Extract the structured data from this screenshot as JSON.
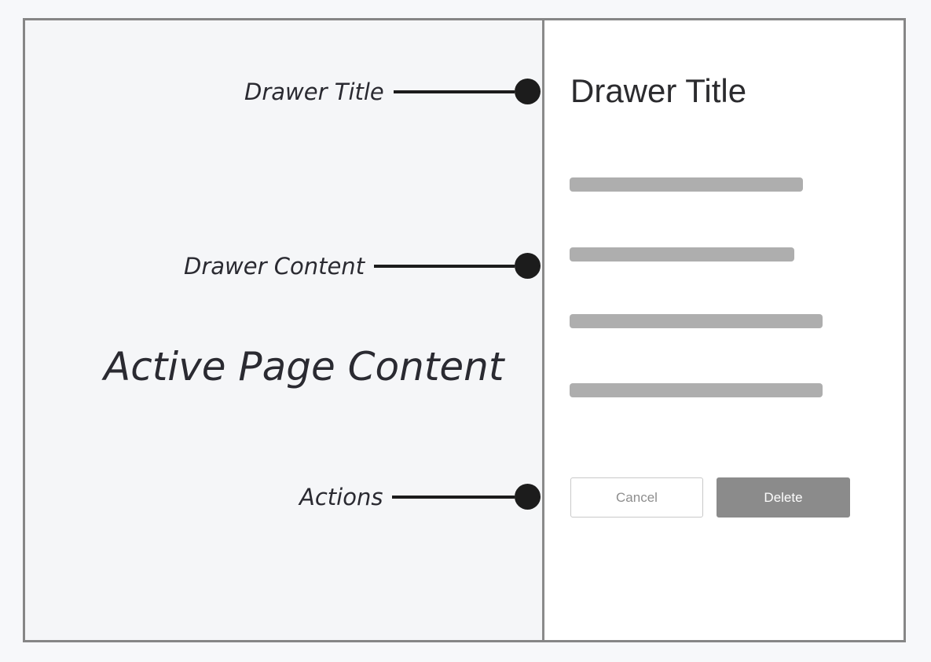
{
  "annotations": {
    "items": [
      {
        "id": "drawer-title",
        "label": "Drawer Title"
      },
      {
        "id": "drawer-content",
        "label": "Drawer Content"
      },
      {
        "id": "actions",
        "label": "Actions"
      }
    ],
    "active_page_label": "Active Page Content"
  },
  "drawer": {
    "title": "Drawer Title",
    "placeholder_bar_count": 4,
    "actions": {
      "cancel_label": "Cancel",
      "delete_label": "Delete"
    }
  },
  "colors": {
    "page_background": "#f7f8fa",
    "panel_background": "#f5f6f8",
    "drawer_background": "#ffffff",
    "frame_border": "#868686",
    "divider": "#8a8a8a",
    "callout": "#1c1c1c",
    "annotation_text": "#2a2a31",
    "drawer_title_text": "#2b2b2e",
    "placeholder_bar": "#aeaeae",
    "delete_button_background": "#8b8b8b",
    "delete_button_text": "#fdfdfd",
    "cancel_button_border": "#c9c9c9",
    "cancel_button_text": "#8e8e8e"
  }
}
